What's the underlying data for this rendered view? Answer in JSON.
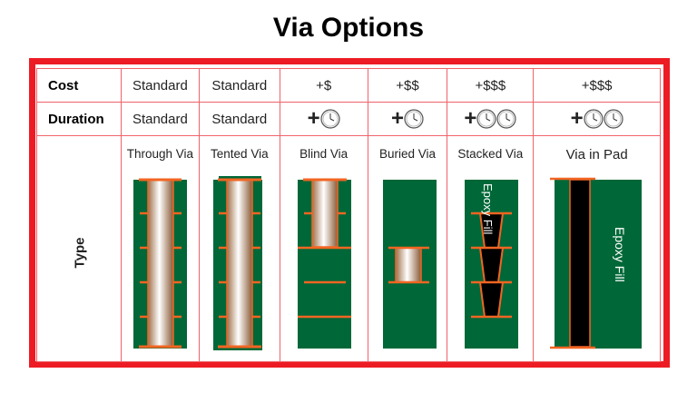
{
  "title": "Via Options",
  "row_headers": {
    "cost": "Cost",
    "duration": "Duration",
    "type": "Type"
  },
  "columns": [
    {
      "type": "Through Via",
      "cost": "Standard",
      "duration": "Standard",
      "extra_clocks": 0
    },
    {
      "type": "Tented Via",
      "cost": "Standard",
      "duration": "Standard",
      "extra_clocks": 0
    },
    {
      "type": "Blind Via",
      "cost": "+$",
      "duration": "+",
      "extra_clocks": 1
    },
    {
      "type": "Buried Via",
      "cost": "+$$",
      "duration": "+",
      "extra_clocks": 1
    },
    {
      "type": "Stacked Via",
      "cost": "+$$$",
      "duration": "+",
      "extra_clocks": 2,
      "fill_label": "Epoxy Fill"
    },
    {
      "type": "Via in Pad",
      "cost": "+$$$",
      "duration": "+",
      "extra_clocks": 2,
      "fill_label": "Epoxy Fill"
    }
  ],
  "colors": {
    "border": "#ed1c24",
    "board": "#006838",
    "copper": "#f26522",
    "fill": "#000000"
  }
}
